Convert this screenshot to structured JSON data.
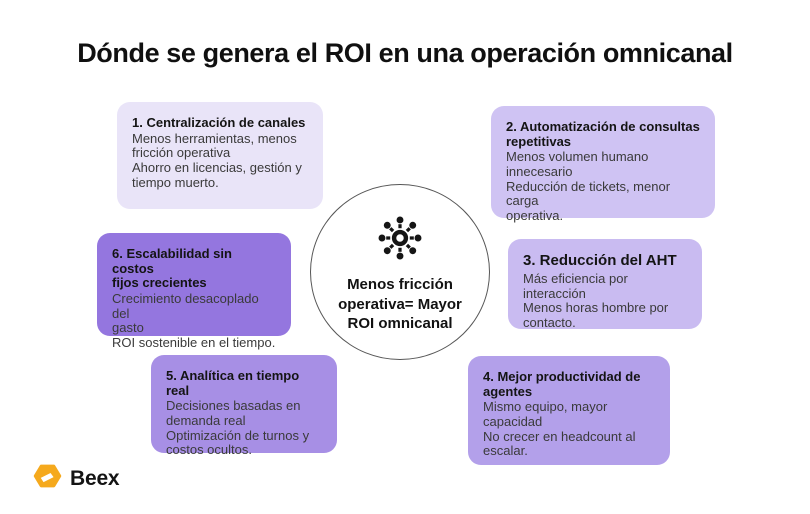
{
  "title": "Dónde se genera el ROI en una operación omnicanal",
  "center": {
    "icon": "hub-network-icon",
    "lines": [
      "Menos fricción",
      "operativa= Mayor",
      "ROI omnicanal"
    ]
  },
  "boxes": [
    {
      "heading": [
        "1. Centralización de canales"
      ],
      "body": [
        "Menos herramientas, menos",
        "fricción operativa",
        "Ahorro en licencias, gestión y",
        "tiempo muerto."
      ],
      "color": "#E9E4F8"
    },
    {
      "heading": [
        "2. Automatización de consultas",
        "repetitivas"
      ],
      "body": [
        "Menos volumen humano",
        "innecesario",
        "Reducción de tickets, menor carga",
        "operativa."
      ],
      "color": "#CFC3F3"
    },
    {
      "heading": [
        "3. Reducción del AHT"
      ],
      "body": [
        "Más eficiencia por interacción",
        "Menos horas hombre por",
        "contacto."
      ],
      "color": "#C9BBF1"
    },
    {
      "heading": [
        "4. Mejor productividad de",
        "agentes"
      ],
      "body": [
        "Mismo equipo, mayor",
        "capacidad",
        "No crecer en headcount al",
        "escalar."
      ],
      "color": "#B3A0EA"
    },
    {
      "heading": [
        "5. Analítica en tiempo real"
      ],
      "body": [
        "Decisiones basadas en",
        "demanda real",
        "Optimización de turnos y",
        "costos ocultos."
      ],
      "color": "#A78FE5"
    },
    {
      "heading": [
        "6. Escalabilidad sin costos",
        "fijos crecientes"
      ],
      "body": [
        "Crecimiento desacoplado del",
        "gasto",
        "ROI sostenible en el tiempo."
      ],
      "color": "#9476DF"
    }
  ],
  "logo": {
    "word": "Beex",
    "brand_color": "#F5A91D"
  }
}
